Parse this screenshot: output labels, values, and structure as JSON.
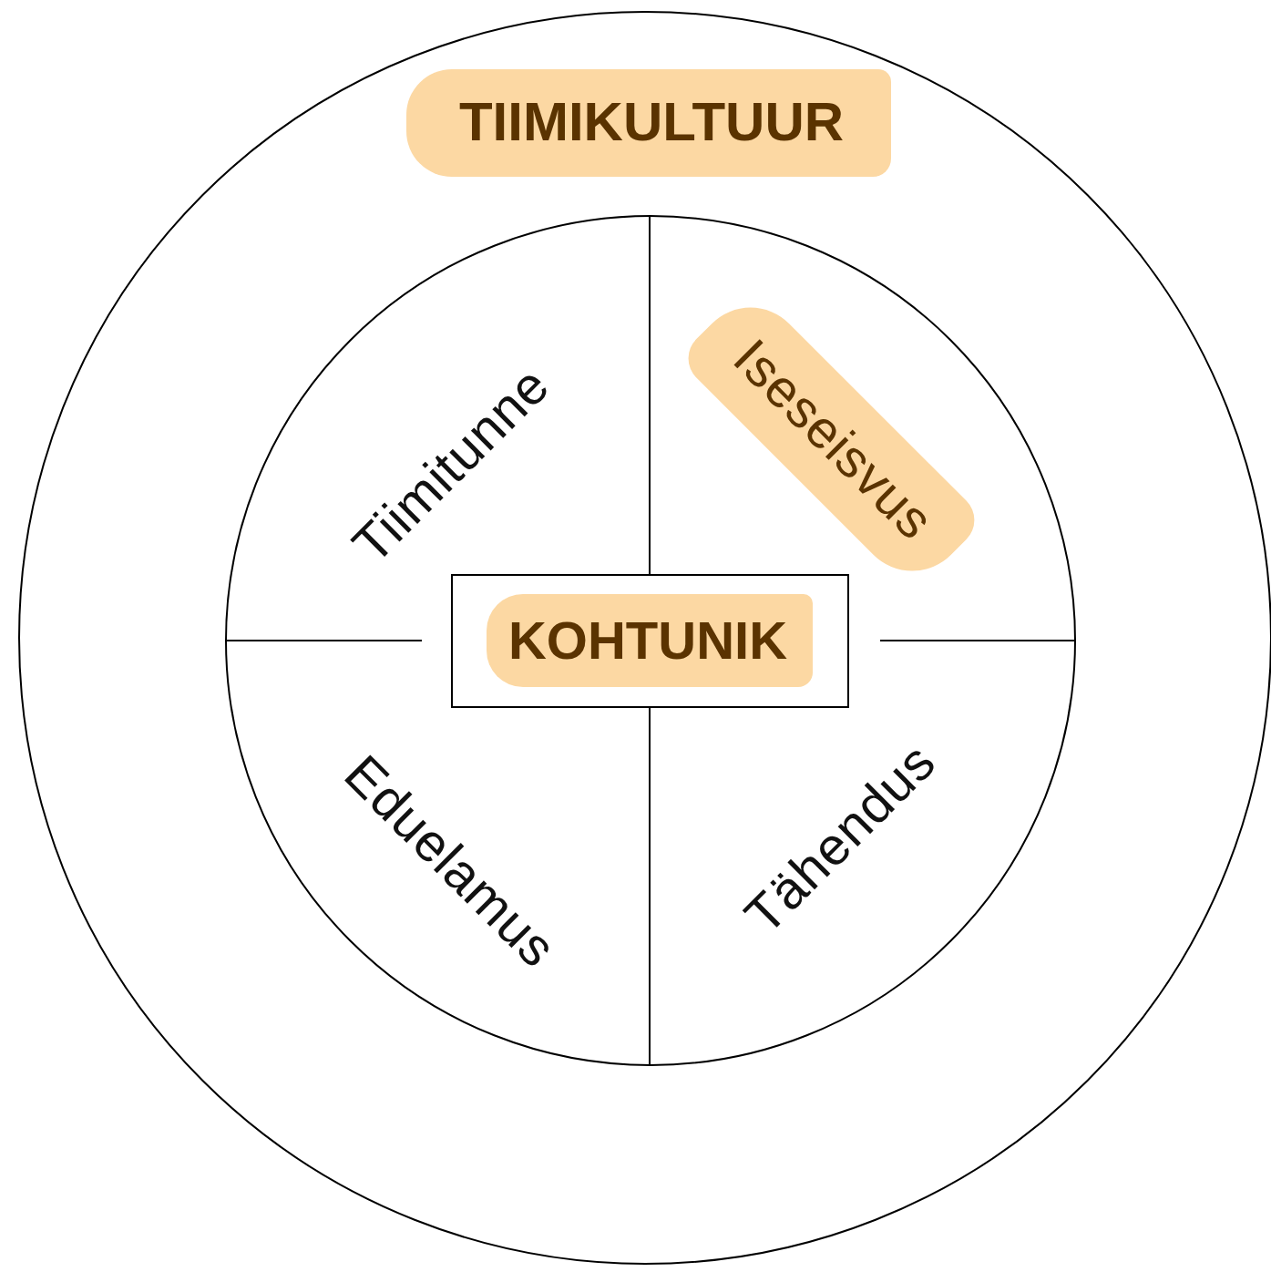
{
  "diagram": {
    "nodes": [
      {
        "text": [
          "TIIMIKULTUUR"
        ]
      },
      {
        "text": [
          "Tiimitunne"
        ],
        "in": 0
      },
      {
        "text": [
          "Iseseisvus"
        ],
        "in": 0
      },
      {
        "text": [
          "Eduelamus"
        ],
        "in": 0
      },
      {
        "text": [
          "Tähendus"
        ],
        "in": 0
      },
      {
        "text": [
          "KOHTUNIK"
        ],
        "in": 0
      }
    ]
  }
}
